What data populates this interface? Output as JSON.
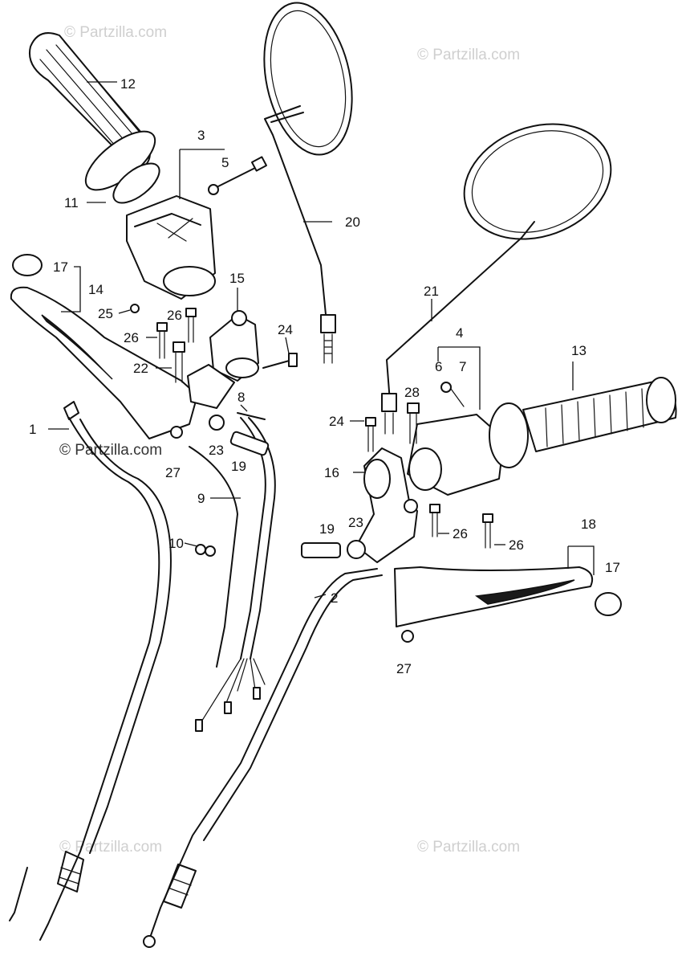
{
  "diagram": {
    "callouts": [
      {
        "id": "c12",
        "label": "12"
      },
      {
        "id": "c3",
        "label": "3"
      },
      {
        "id": "c5",
        "label": "5"
      },
      {
        "id": "c11",
        "label": "11"
      },
      {
        "id": "c20",
        "label": "20"
      },
      {
        "id": "c17a",
        "label": "17"
      },
      {
        "id": "c14",
        "label": "14"
      },
      {
        "id": "c15",
        "label": "15"
      },
      {
        "id": "c25",
        "label": "25"
      },
      {
        "id": "c26a",
        "label": "26"
      },
      {
        "id": "c26b",
        "label": "26"
      },
      {
        "id": "c24a",
        "label": "24"
      },
      {
        "id": "c22",
        "label": "22"
      },
      {
        "id": "c21",
        "label": "21"
      },
      {
        "id": "c4",
        "label": "4"
      },
      {
        "id": "c6",
        "label": "6"
      },
      {
        "id": "c7",
        "label": "7"
      },
      {
        "id": "c13",
        "label": "13"
      },
      {
        "id": "c1",
        "label": "1"
      },
      {
        "id": "c8",
        "label": "8"
      },
      {
        "id": "c28",
        "label": "28"
      },
      {
        "id": "c24b",
        "label": "24"
      },
      {
        "id": "c27a",
        "label": "27"
      },
      {
        "id": "c23a",
        "label": "23"
      },
      {
        "id": "c19a",
        "label": "19"
      },
      {
        "id": "c16",
        "label": "16"
      },
      {
        "id": "c9",
        "label": "9"
      },
      {
        "id": "c26c",
        "label": "26"
      },
      {
        "id": "c26d",
        "label": "26"
      },
      {
        "id": "c10",
        "label": "10"
      },
      {
        "id": "c19b",
        "label": "19"
      },
      {
        "id": "c23b",
        "label": "23"
      },
      {
        "id": "c18",
        "label": "18"
      },
      {
        "id": "c17b",
        "label": "17"
      },
      {
        "id": "c2",
        "label": "2"
      },
      {
        "id": "c27b",
        "label": "27"
      }
    ],
    "watermarks": [
      {
        "id": "w1",
        "text": "© Partzilla.com"
      },
      {
        "id": "w2",
        "text": "© Partzilla.com"
      },
      {
        "id": "w3",
        "text": "© Partzilla.com"
      },
      {
        "id": "w4",
        "text": "© Partzilla.com"
      },
      {
        "id": "w5",
        "text": "© Partzilla.com"
      }
    ]
  }
}
